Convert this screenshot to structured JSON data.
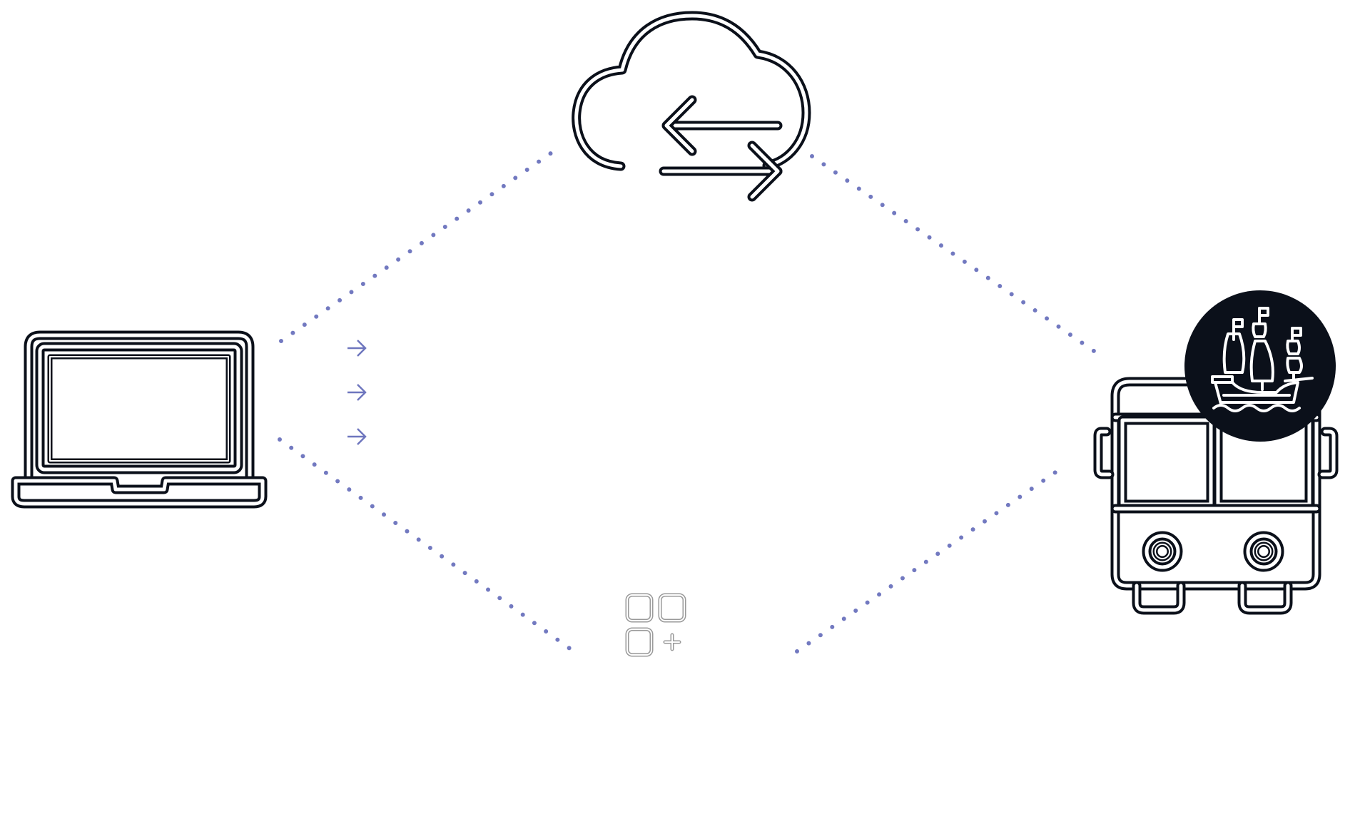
{
  "diagram": {
    "title": "",
    "colors": {
      "background": "#ffffff",
      "icon_stroke": "#0b101a",
      "icon_inner": "#ffffff",
      "connector": "#7279c0",
      "flow_arrow": "#6e76be",
      "apps_icon": "#9a9a9a",
      "badge_fill": "#0b101a",
      "badge_icon": "#ffffff"
    },
    "nodes": [
      {
        "id": "cloud",
        "icon": "cloud-sync-icon",
        "label": ""
      },
      {
        "id": "laptop",
        "icon": "laptop-icon",
        "label": ""
      },
      {
        "id": "bus",
        "icon": "bus-icon",
        "label": ""
      },
      {
        "id": "badge",
        "icon": "sailing-ship-icon",
        "label": ""
      },
      {
        "id": "apps",
        "icon": "add-apps-icon",
        "label": ""
      }
    ],
    "connectors": [
      {
        "from": "laptop",
        "to": "cloud",
        "style": "dotted"
      },
      {
        "from": "cloud",
        "to": "bus",
        "style": "dotted"
      },
      {
        "from": "laptop",
        "to": "apps",
        "style": "dotted"
      },
      {
        "from": "apps",
        "to": "bus",
        "style": "dotted"
      }
    ],
    "flow_arrows": [
      {
        "icon": "arrow-right-icon",
        "direction": "right"
      },
      {
        "icon": "arrow-right-icon",
        "direction": "right"
      },
      {
        "icon": "arrow-right-icon",
        "direction": "right"
      }
    ]
  }
}
